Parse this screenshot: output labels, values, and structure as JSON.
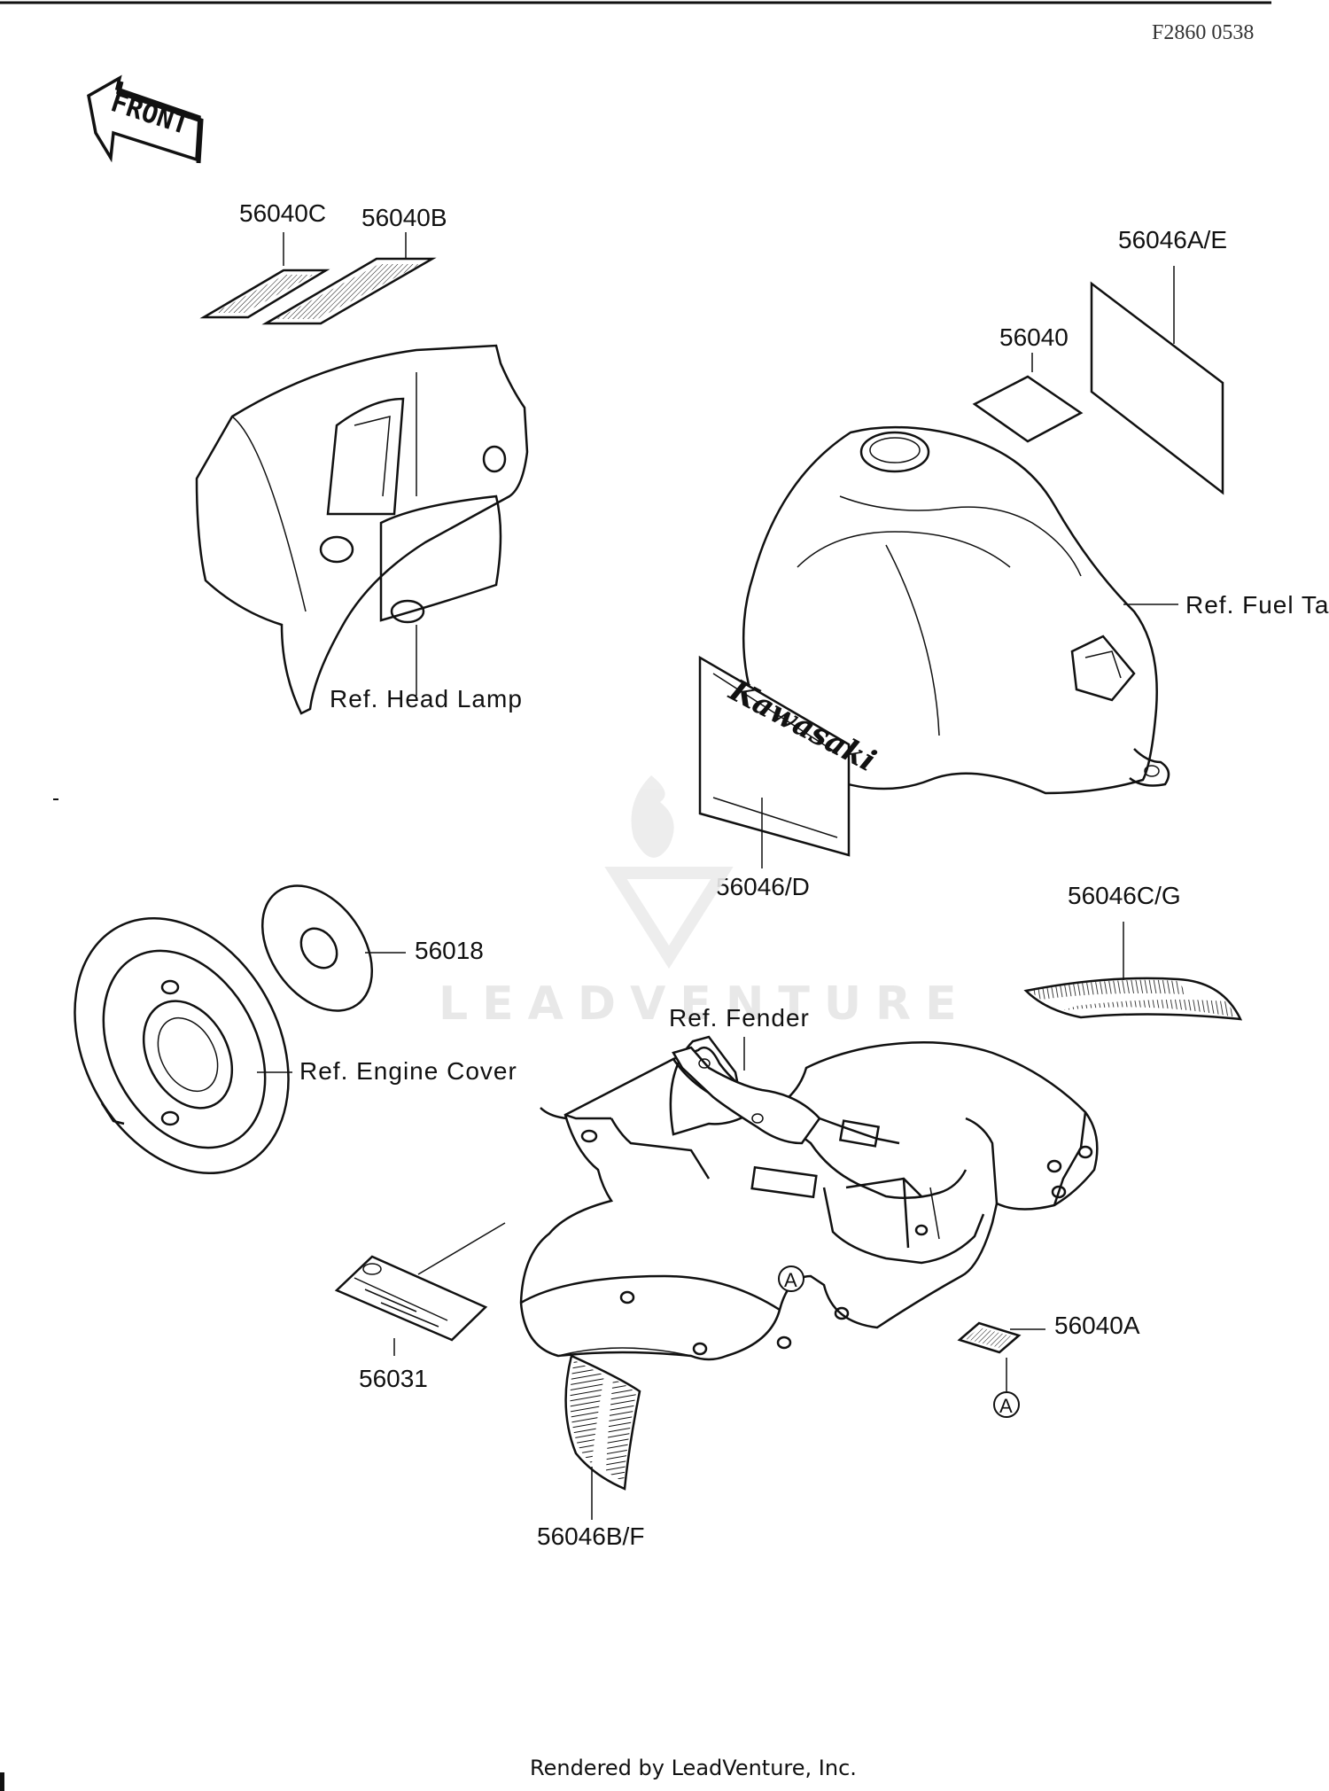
{
  "document_id": "F2860 0538",
  "front_arrow_label": "FRONT",
  "watermark": "LEADVENTURE",
  "footer_credit": "Rendered by LeadVenture, Inc.",
  "tank_decal_text": "Kawasaki",
  "callout_a_letter": "A",
  "labels": {
    "p56040C": "56040C",
    "p56040B": "56040B",
    "p56046AE": "56046A/E",
    "p56040": "56040",
    "ref_head_lamp": "Ref. Head Lamp",
    "ref_fuel_tank": "Ref. Fuel Ta",
    "p56046D": "56046/D",
    "p56018": "56018",
    "p56046CG": "56046C/G",
    "ref_fender": "Ref. Fender",
    "ref_engine_cover": "Ref. Engine Cover",
    "p56040A": "56040A",
    "p56031": "56031",
    "p56046BF": "56046B/F"
  }
}
